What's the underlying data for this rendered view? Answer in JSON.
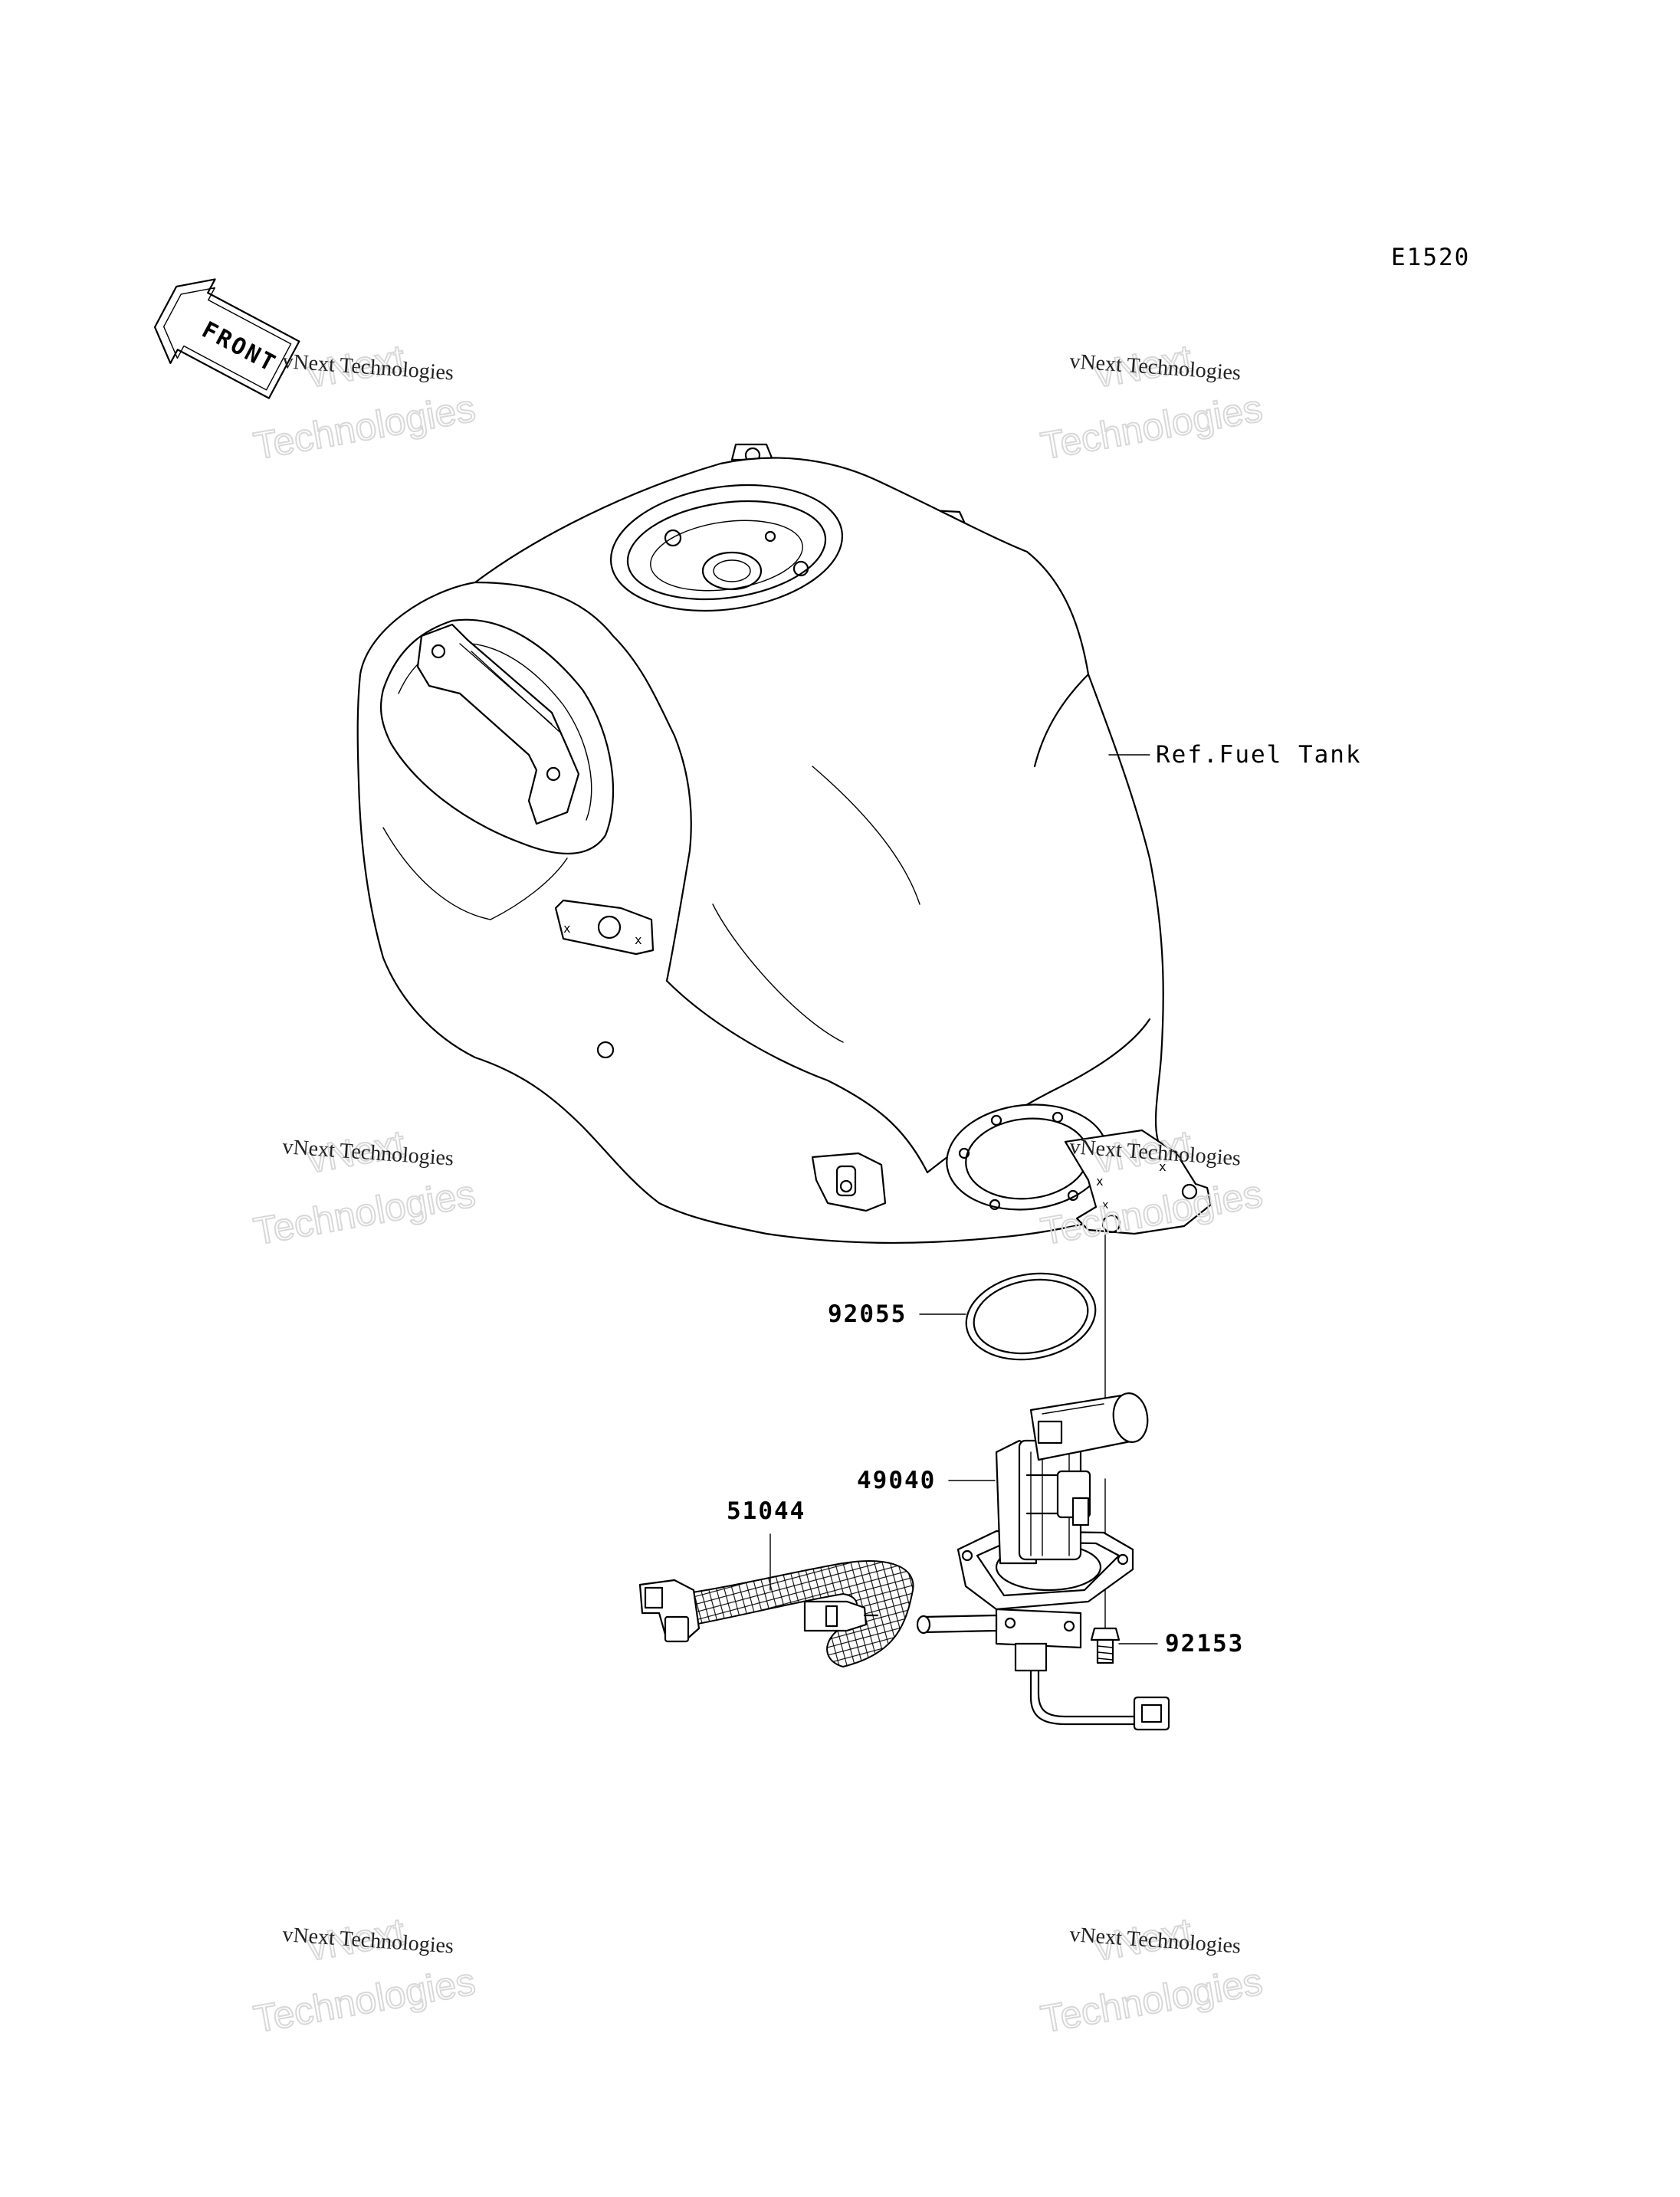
{
  "diagram": {
    "code": "E1520",
    "front_arrow_label": "FRONT",
    "reference_label": "Ref.Fuel Tank",
    "parts": [
      {
        "number": "92055"
      },
      {
        "number": "49040"
      },
      {
        "number": "51044"
      },
      {
        "number": "92153"
      }
    ]
  },
  "watermarks": [
    {
      "line1": "vNext Technologies",
      "overlay_a": "vNext",
      "overlay_b": "Technologies"
    },
    {
      "line1": "vNext Technologies",
      "overlay_a": "vNext",
      "overlay_b": "Technologies"
    },
    {
      "line1": "vNext Technologies",
      "overlay_a": "vNext",
      "overlay_b": "Technologies"
    },
    {
      "line1": "vNext Technologies",
      "overlay_a": "vNext",
      "overlay_b": "Technologies"
    },
    {
      "line1": "vNext Technologies",
      "overlay_a": "vNext",
      "overlay_b": "Technologies"
    },
    {
      "line1": "vNext Technologies",
      "overlay_a": "vNext",
      "overlay_b": "Technologies"
    }
  ]
}
